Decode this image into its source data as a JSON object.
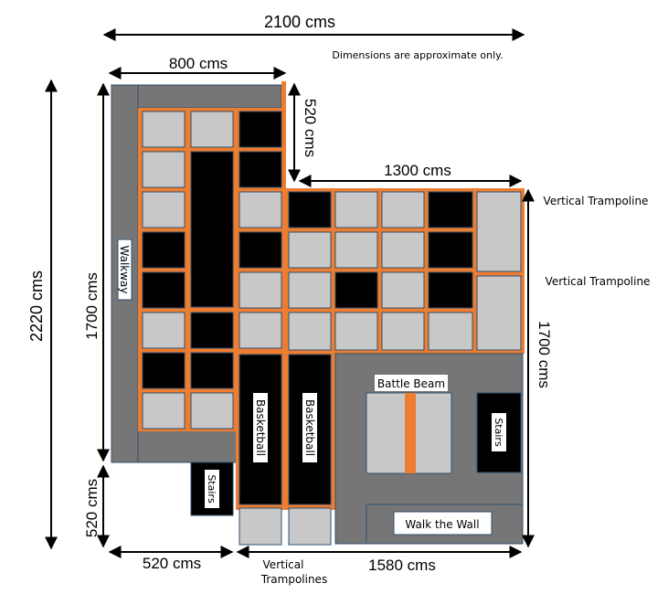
{
  "note": "Dimensions are approximate only.",
  "dimensions": {
    "total_width": "2100 cms",
    "total_height": "2220 cms",
    "top_left_width": "800 cms",
    "notch_drop": "520 cms",
    "right_top_width": "1300 cms",
    "left_height": "1700 cms",
    "right_height": "1700 cms",
    "bottom_left_height": "520 cms",
    "bottom_left_width": "520 cms",
    "bottom_right_width": "1580 cms"
  },
  "labels": {
    "walkway": "Walkway",
    "basketball_1": "Basketball",
    "basketball_2": "Basketball",
    "battle_beam": "Battle Beam",
    "stairs_left": "Stairs",
    "stairs_right": "Stairs",
    "walk_the_wall": "Walk the Wall",
    "vertical_trampoline_1": "Vertical Trampoline",
    "vertical_trampoline_2": "Vertical Trampoline",
    "vertical_trampolines_line1": "Vertical",
    "vertical_trampolines_line2": "Trampolines"
  },
  "colors": {
    "walkway_grey": "#767676",
    "frame_orange": "#ed7d31",
    "pad_light": "#c8c8c8",
    "pad_dark": "#000000",
    "outline": "#2f4f6f"
  }
}
